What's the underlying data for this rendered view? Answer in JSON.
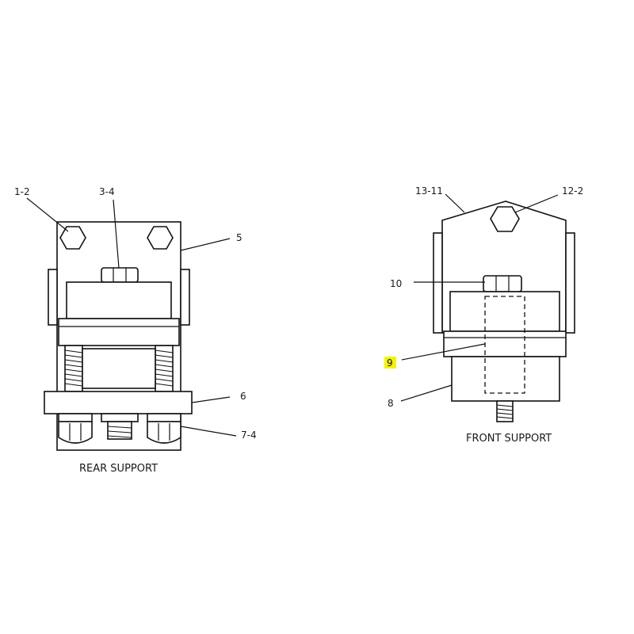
{
  "rear_support": {
    "title": "REAR SUPPORT",
    "callouts": {
      "c1": "1-2",
      "c2": "3-4",
      "c3": "5",
      "c4": "6",
      "c5": "7-4"
    }
  },
  "front_support": {
    "title": "FRONT SUPPORT",
    "callouts": {
      "c1": "13-11",
      "c2": "12-2",
      "c3": "10",
      "c4": "9",
      "c5": "8"
    },
    "highlighted_callout": "9",
    "highlight_color": "#f3f300"
  }
}
